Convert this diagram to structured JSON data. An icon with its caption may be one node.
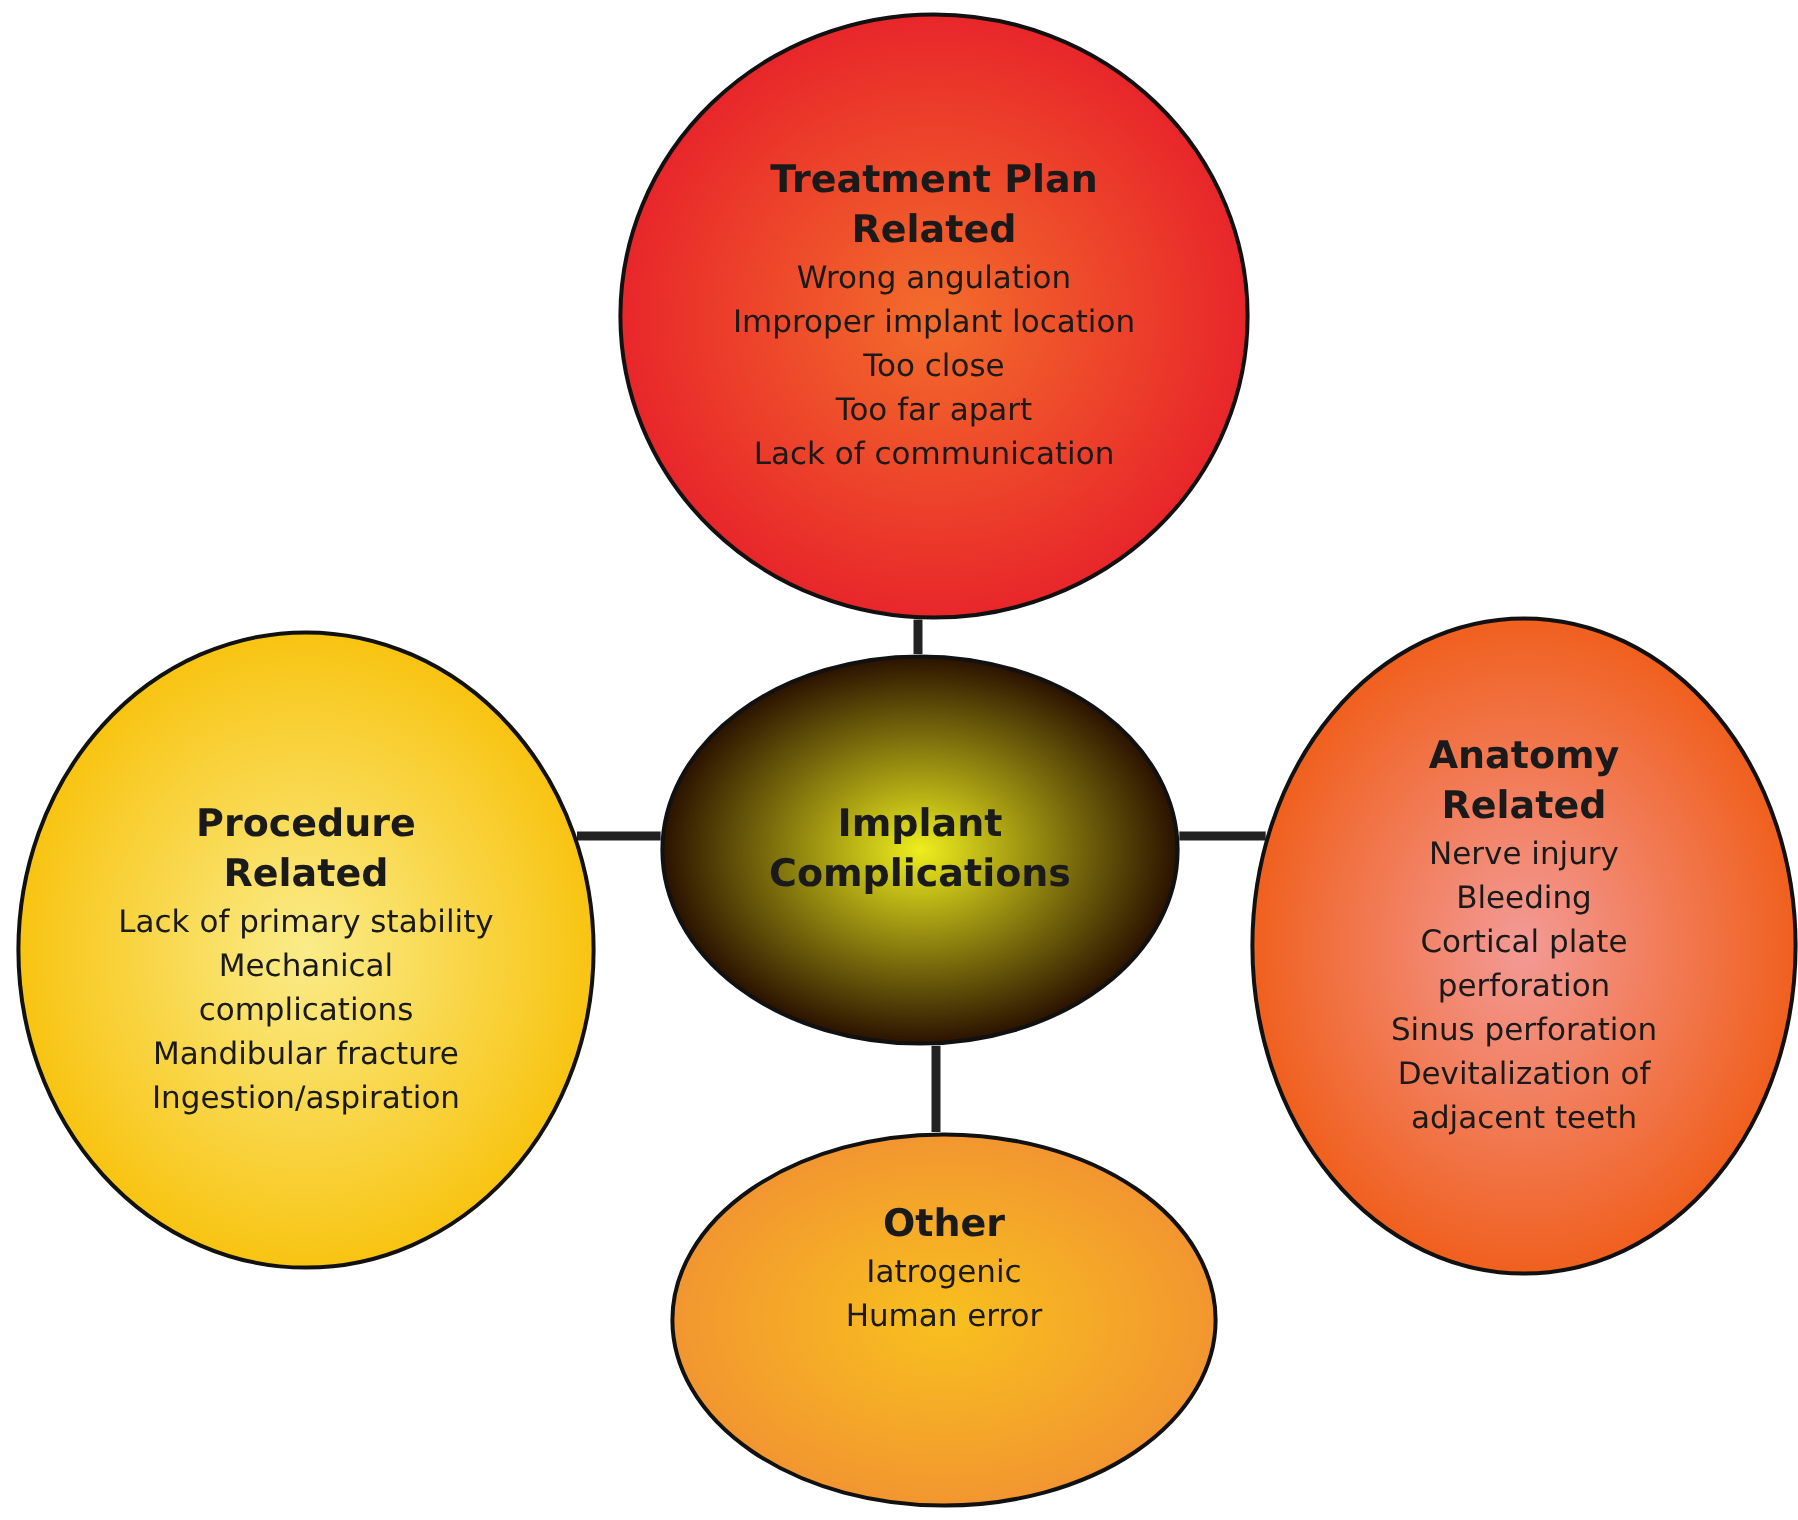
{
  "diagram": {
    "nodes": [
      {
        "text": [
          "Treatment Plan Related",
          "Wrong angulation",
          "Improper implant location",
          "Too close",
          "Too far apart",
          "Lack of communication"
        ]
      },
      {
        "text": [
          "Procedure Related",
          "Lack of primary stability",
          "Mechanical complications",
          "Mandibular fracture",
          "Ingestion/aspiration"
        ]
      },
      {
        "text": [
          "Implant Complications"
        ]
      },
      {
        "text": [
          "Anatomy Related",
          "Nerve injury",
          "Bleeding",
          "Cortical plate perforation",
          "Sinus perforation",
          "Devitalization of adjacent teeth"
        ]
      },
      {
        "text": [
          "Other",
          "Iatrogenic",
          "Human error"
        ]
      }
    ],
    "edges": [
      {
        "from": 2,
        "to": 0,
        "arrow": "none"
      },
      {
        "from": 2,
        "to": 1,
        "arrow": "none"
      },
      {
        "from": 2,
        "to": 3,
        "arrow": "none"
      },
      {
        "from": 2,
        "to": 4,
        "arrow": "none"
      }
    ]
  }
}
